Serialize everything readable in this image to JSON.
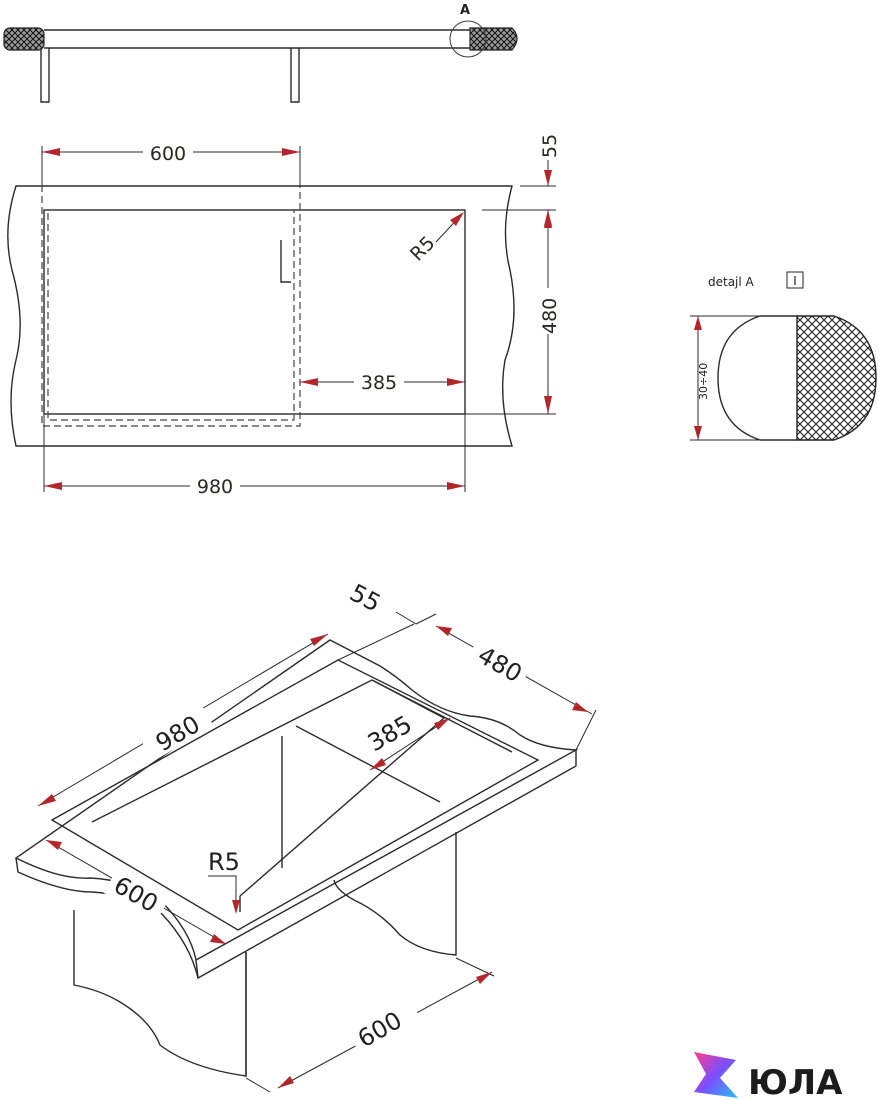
{
  "top_view": {
    "detail_marker": "A",
    "dim_width_bowl": "600",
    "dim_rim": "55",
    "dim_depth": "480",
    "dim_radius": "R5",
    "dim_drainer": "385",
    "dim_total": "980"
  },
  "detail": {
    "label": "detajl A",
    "symbol": "I",
    "thickness": "30÷40"
  },
  "iso_view": {
    "dim_rim": "55",
    "dim_depth": "480",
    "dim_total": "980",
    "dim_drainer": "385",
    "dim_radius": "R5",
    "dim_width_bowl": "600",
    "dim_cabinet": "600"
  },
  "logo": {
    "text": "ЮЛА",
    "colors": [
      "#ff3d8b",
      "#7b4dff",
      "#22c1f1"
    ]
  }
}
